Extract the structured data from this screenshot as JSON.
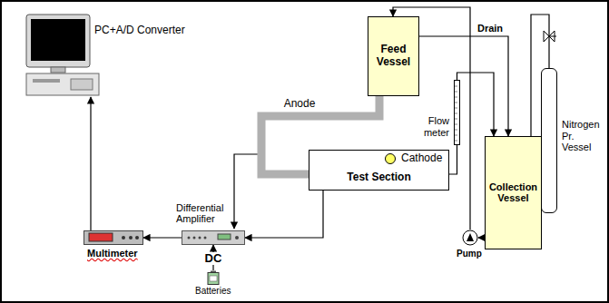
{
  "diagram": {
    "nodes": [
      {
        "text": [
          "PC+A/D Converter"
        ]
      },
      {
        "text": [
          "Feed Vessel"
        ]
      },
      {
        "text": [
          "Nitrogen Pr. Vessel"
        ]
      },
      {
        "text": [
          "Test Section"
        ]
      },
      {
        "text": [
          "Cathode"
        ],
        "in": 3
      },
      {
        "text": [
          "Flow meter"
        ]
      },
      {
        "text": [
          "Collection Vessel"
        ]
      },
      {
        "text": [
          "Differential Amplifier"
        ]
      },
      {
        "text": [
          "Multimeter"
        ]
      },
      {
        "text": [
          "Pump"
        ]
      },
      {
        "text": [
          "Batteries"
        ]
      }
    ],
    "edges": [
      {
        "from": 1,
        "to": 3,
        "arrow": "none",
        "label": "Anode"
      },
      {
        "from": 1,
        "to": 6,
        "arrow": "to",
        "label": "Drain"
      },
      {
        "from": 3,
        "to": 5,
        "arrow": "none"
      },
      {
        "from": 5,
        "to": 6,
        "arrow": "to"
      },
      {
        "from": 6,
        "to": 9,
        "arrow": "to"
      },
      {
        "from": 9,
        "to": 1,
        "arrow": "to"
      },
      {
        "from": 2,
        "to": 6,
        "arrow": "none"
      },
      {
        "from": 4,
        "to": 7,
        "arrow": "to"
      },
      {
        "from": 7,
        "to": 8,
        "arrow": "to"
      },
      {
        "from": 8,
        "to": 0,
        "arrow": "to"
      },
      {
        "from": 10,
        "to": 7,
        "arrow": "to",
        "label": "DC"
      }
    ]
  }
}
